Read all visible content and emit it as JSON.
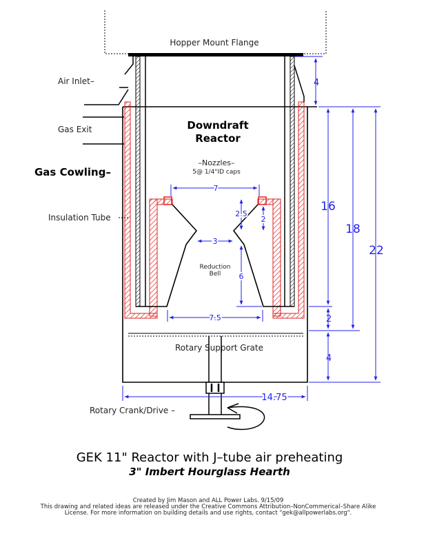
{
  "labels": {
    "hopper_flange": "Hopper Mount Flange",
    "air_inlet": "Air Inlet–",
    "gas_exit": "Gas Exit",
    "gas_cowling": "Gas Cowling–",
    "insulation_tube": "Insulation Tube",
    "downdraft_1": "Downdraft",
    "downdraft_2": "Reactor",
    "nozzles": "–Nozzles–",
    "nozzles_sub": "5@ 1/4\"ID caps",
    "reduction_1": "Reduction",
    "reduction_2": "Bell",
    "grate": "Rotary Support Grate",
    "crank": "Rotary Crank/Drive –"
  },
  "dimensions": {
    "d4_top": "4",
    "d16": "16",
    "d18": "18",
    "d22": "22",
    "d2_right": "2",
    "d4_bottom": "4",
    "d7": "7",
    "d3": "3",
    "d2_5": "2.5",
    "d2_nozzle": "2",
    "d6": "6",
    "d7_5": "7.5",
    "d14_75": "14.75"
  },
  "title": {
    "main": "GEK 11\" Reactor with J–tube air preheating",
    "sub": "3\" Imbert Hourglass Hearth"
  },
  "credits": {
    "line1": "Created by Jim Mason and ALL Power Labs.  9/15/09",
    "line2": "This drawing and related ideas are released under the Creative Commons Attribution–NonCommerical–Share Alike",
    "line3": "License.  For more information on building details and use rights, contact \"gek@allpowerlabs.org\"."
  },
  "colors": {
    "line": "#000000",
    "dimension": "#2222ee",
    "insulation": "#dd2222"
  }
}
